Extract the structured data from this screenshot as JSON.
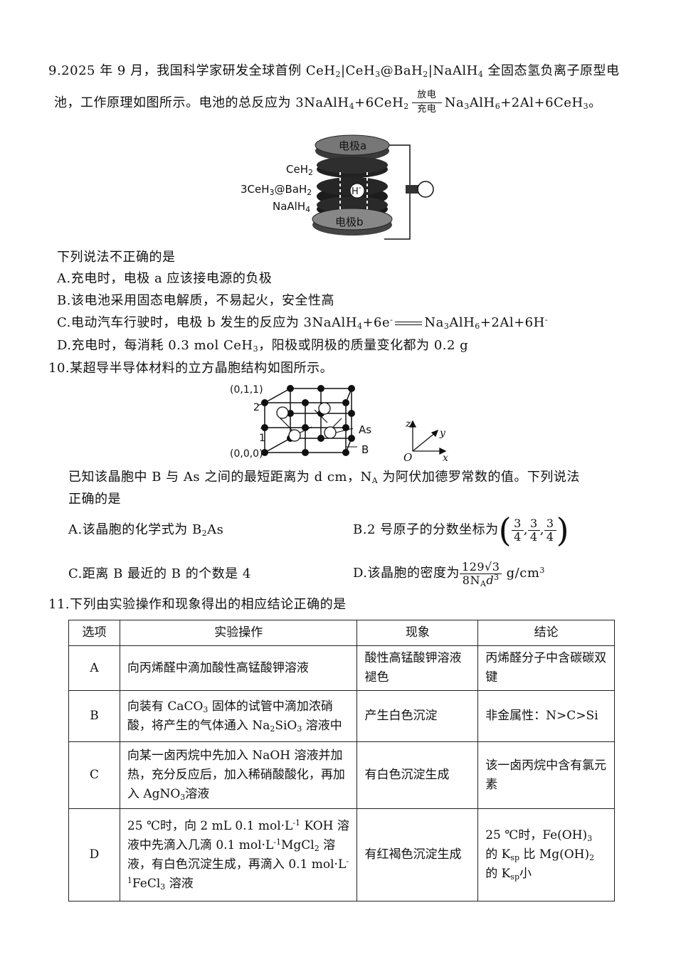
{
  "q9": {
    "line1": "9.2025 年 9 月，我国科学家研发全球首例 CeH",
    "line1b": "|CeH",
    "line1c": "@BaH",
    "line1d": "|NaAlH",
    "line1e": " 全固态氢负离子原型电",
    "line2a": "池，工作原理如图所示。电池的总反应为 3NaAlH",
    "line2b": "+6CeH",
    "arrow_top": "放电",
    "arrow_bot": "充电",
    "line2c": "Na",
    "line2d": "AlH",
    "line2e": "+2Al+6CeH",
    "line2f": "。",
    "fig": {
      "electrode_a": "电极a",
      "electrode_b": "电极b",
      "ceh2": "CeH",
      "ceh3bah2": "3CeH",
      "ceh3bah2b": "@BaH",
      "naalh4": "NaAlH",
      "hion": "H"
    },
    "stem": "下列说法不正确的是",
    "optA": "A.充电时，电极 a 应该接电源的负极",
    "optB": "B.该电池采用固态电解质，不易起火，安全性高",
    "optC1": "C.电动汽车行驶时，电极 b 发生的反应为 3NaAlH",
    "optC2": "+6e",
    "optC3": "Na",
    "optC4": "AlH",
    "optC5": "+2Al+6H",
    "optD1": "D.充电时，每消耗 0.3 mol CeH",
    "optD2": "，阳极或阴极的质量变化都为 0.2 g"
  },
  "q10": {
    "title": "10.某超导半导体材料的立方晶胞结构如图所示。",
    "fig": {
      "c011": "(0,1,1)",
      "c000": "(0,0,0)",
      "n2": "2",
      "n1": "1",
      "As": "As",
      "B": "B",
      "z": "z",
      "y": "y",
      "x": "x",
      "O": "O"
    },
    "stem1": "已知该晶胞中 B 与 As 之间的最短距离为 d cm，N",
    "stem1b": "A",
    "stem1c": " 为阿伏加德罗常数的值。下列说法",
    "stem2": "正确的是",
    "optA1": "A.该晶胞的化学式为 B",
    "optA2": "As",
    "optB": "B.2 号原子的分数坐标为",
    "optB_num": "3",
    "optB_den": "4",
    "optC": "C.距离 B 最近的 B 的个数是 4",
    "optD": "D.该晶胞的密度为",
    "optD_num": "129√3",
    "optD_den": "8N",
    "optD_den_sub": "A",
    "optD_den2": "d",
    "optD_unit": " g/cm"
  },
  "q11": {
    "title": "11.下列由实验操作和现象得出的相应结论正确的是",
    "headers": [
      "选项",
      "实验操作",
      "现象",
      "结论"
    ],
    "rows": [
      {
        "opt": "A",
        "op": "向丙烯醛中滴加酸性高锰酸钾溶液",
        "ph": "酸性高锰酸钾溶液褪色",
        "con": "丙烯醛分子中含碳碳双键"
      },
      {
        "opt": "B",
        "op1": "向装有 CaCO",
        "op2": " 固体的试管中滴加浓硝酸，将产生的气体通入 Na",
        "op3": "SiO",
        "op4": " 溶液中",
        "ph": "产生白色沉淀",
        "con": "非金属性：N>C>Si"
      },
      {
        "opt": "C",
        "op1": "向某一卤丙烷中先加入 NaOH 溶液并加热，充分反应后，加入稀硝酸酸化，再加入 AgNO",
        "op2": "溶液",
        "ph": "有白色沉淀生成",
        "con": "该一卤丙烷中含有氯元素"
      },
      {
        "opt": "D",
        "op1": "25 ℃时，向 2 mL 0.1 mol·L",
        "op2": " KOH 溶液中先滴入几滴 0.1 mol·L",
        "op3": "MgCl",
        "op4": " 溶液，有白色沉淀生成，再滴入 0.1 mol·L",
        "op5": "FeCl",
        "op6": " 溶液",
        "ph": "有红褐色沉淀生成",
        "con1": "25 ℃时，Fe(OH)",
        "con2": " 的 K",
        "con3": " 比 Mg(OH)",
        "con4": " 的 K",
        "con5": "小"
      }
    ]
  }
}
